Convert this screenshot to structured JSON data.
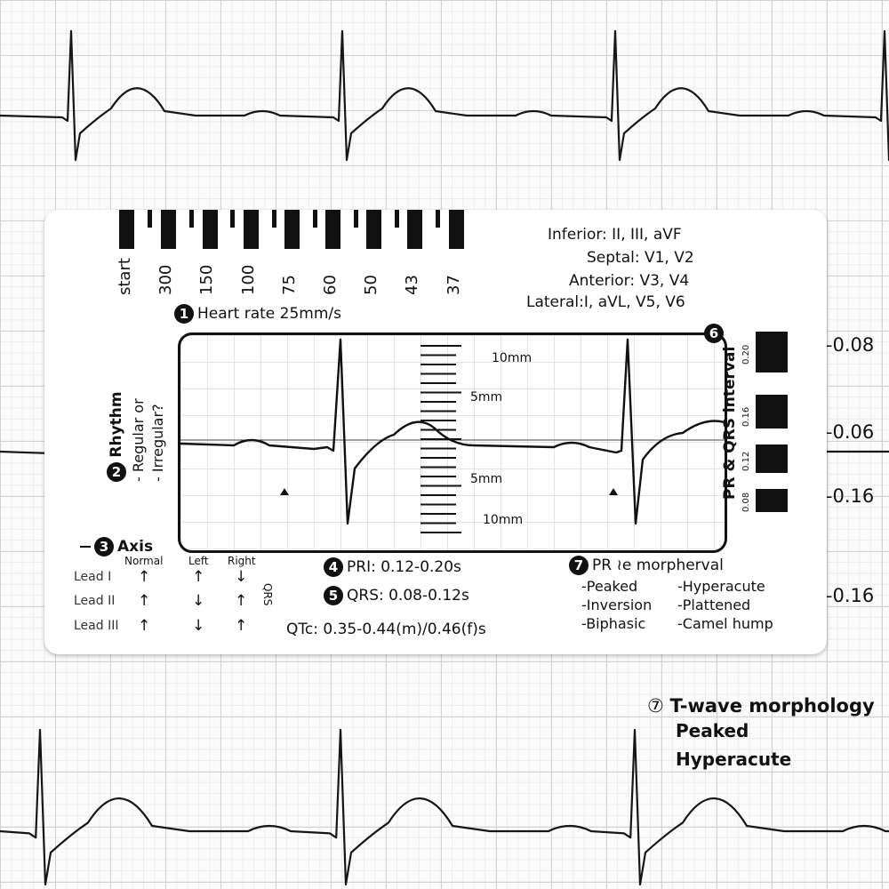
{
  "card": {
    "rate_scale": {
      "labels": [
        "start",
        "300",
        "150",
        "100",
        "75",
        "60",
        "50",
        "43",
        "37"
      ]
    },
    "leads": {
      "inferior": "Inferior: II, III, aVF",
      "septal": "Septal: V1, V2",
      "anterior": "Anterior: V3, V4",
      "lateral": "Lateral:I, aVL, V5, V6"
    },
    "heart_rate": {
      "number": "1",
      "label": "Heart rate 25mm/s"
    },
    "rhythm": {
      "number": "2",
      "title": "Rhythm",
      "line1": "- Regular or",
      "line2": "- Irregular?"
    },
    "axis": {
      "number": "3",
      "title": "Axis",
      "columns": [
        "Normal",
        "Left",
        "Right"
      ],
      "rows": [
        "Lead I",
        "Lead II",
        "Lead III"
      ],
      "normal": [
        "↑",
        "↑",
        "↑"
      ],
      "left": [
        "↑",
        "↓",
        "↓"
      ],
      "right": [
        "↓",
        "↑",
        "↑"
      ],
      "qrs_label": "QRS"
    },
    "pri": {
      "number": "4",
      "label": "PRI: 0.12-0.20s"
    },
    "qrs": {
      "number": "5",
      "label": "QRS: 0.08-0.12s"
    },
    "qtc": {
      "label": "QTc: 0.35-0.44(m)/0.46(f)s"
    },
    "window": {
      "number": "6",
      "ruler_labels": [
        "10mm",
        "5mm",
        "5mm",
        "10mm"
      ]
    },
    "interval": {
      "label": "PR & QRS interval",
      "values": [
        "0.20",
        "0.16",
        "0.12",
        "0.08"
      ]
    },
    "morphology": {
      "number": "7",
      "title": "PR ≀e morpherval",
      "items_left": [
        "-Peaked",
        "-Inversion",
        "-Biphasic"
      ],
      "items_right": [
        "-Hyperacute",
        "-Plattened",
        "-Camel hump"
      ]
    }
  },
  "background": {
    "right_labels": [
      "0.08",
      "0.06",
      "0.16",
      "0.16"
    ],
    "t_wave": {
      "number": "⑦",
      "title": "T-wave morphology",
      "line1": "Peaked",
      "line2": "Hyperacute"
    }
  }
}
